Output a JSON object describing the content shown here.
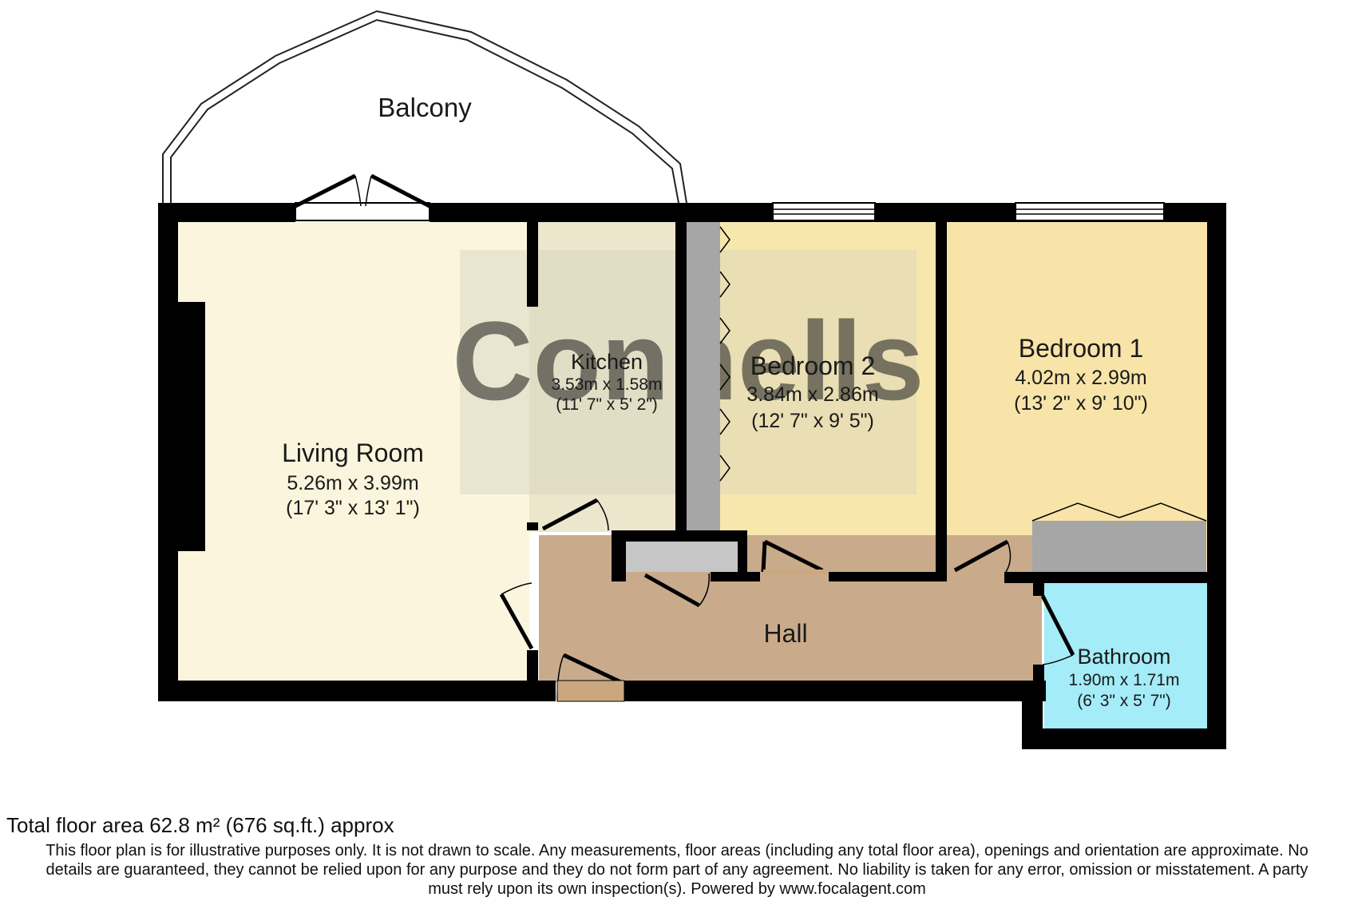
{
  "balcony": {
    "label": "Balcony"
  },
  "watermark": {
    "text": "Connells"
  },
  "rooms": {
    "living_room": {
      "name": "Living Room",
      "dimensions_metric": "5.26m x 3.99m",
      "dimensions_imperial": "(17' 3\" x 13' 1\")",
      "color": "#faf5dc"
    },
    "kitchen": {
      "name": "Kitchen",
      "dimensions_metric": "3.53m x 1.58m",
      "dimensions_imperial": "(11' 7\" x 5' 2\")",
      "color": "#ece6cc"
    },
    "bedroom_2": {
      "name": "Bedroom 2",
      "dimensions_metric": "3.84m x 2.86m",
      "dimensions_imperial": "(12' 7\" x 9' 5\")",
      "color": "#f8e7ad"
    },
    "bedroom_1": {
      "name": "Bedroom 1",
      "dimensions_metric": "4.02m x 2.99m",
      "dimensions_imperial": "(13' 2\" x 9' 10\")",
      "color": "#f8e4a8"
    },
    "hall": {
      "name": "Hall",
      "color": "#c9ab8c"
    },
    "bathroom": {
      "name": "Bathroom",
      "dimensions_metric": "1.90m x 1.71m",
      "dimensions_imperial": "(6' 3\" x 5' 7\")",
      "color": "#a4ecf8"
    }
  },
  "fixture_colors": {
    "wardrobe": "#a6a6a6",
    "cupboard": "#c6c6c6",
    "wall": "#000000"
  },
  "footer": {
    "total_area": "Total floor area 62.8 m² (676 sq.ft.) approx",
    "disclaimer_lines": [
      "This floor plan is for illustrative purposes only. It is not drawn to scale. Any measurements, floor areas (including any total floor area), openings and orientation are approximate. No",
      "details are guaranteed, they cannot be relied upon for any purpose and they do not form part of any agreement. No liability is taken for any error, omission or misstatement. A party",
      "must rely upon its own inspection(s). Powered by www.focalagent.com"
    ]
  }
}
